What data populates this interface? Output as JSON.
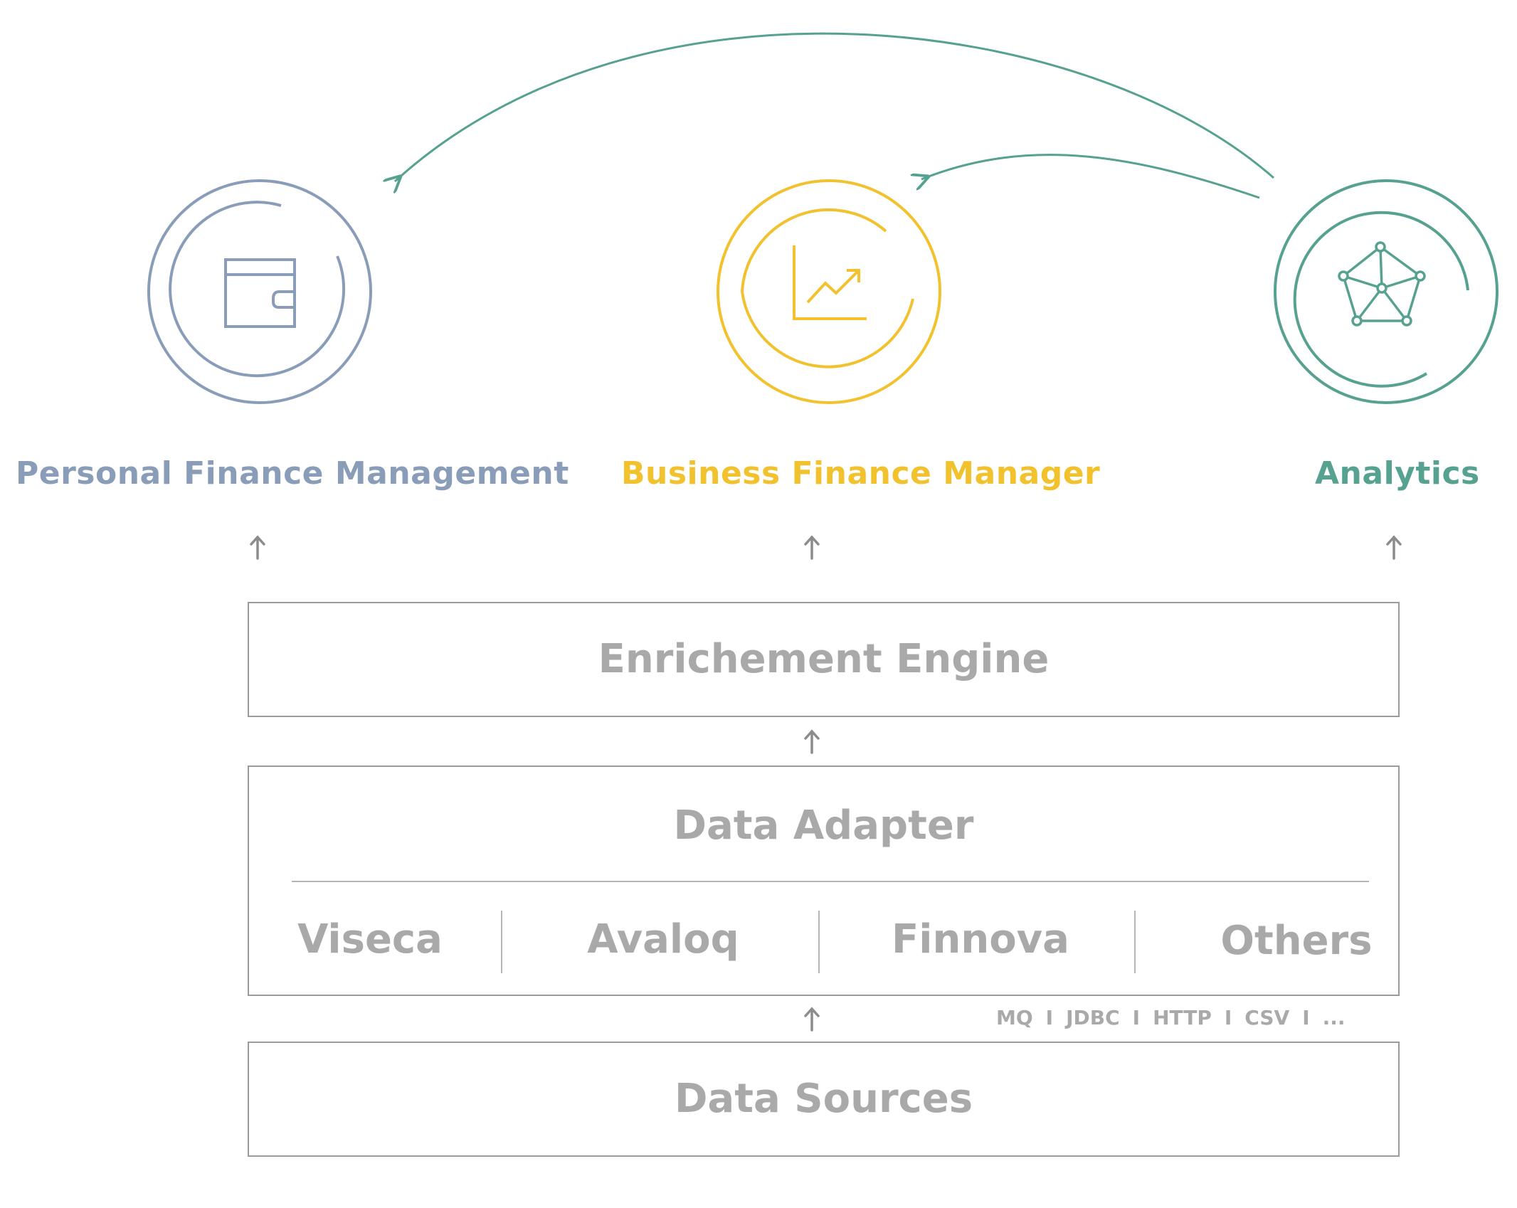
{
  "modules": [
    {
      "key": "pfm",
      "label": "Personal Finance Management",
      "icon": "wallet-icon",
      "color": "#8a9db8"
    },
    {
      "key": "bfm",
      "label": "Business Finance Manager",
      "icon": "line-chart-icon",
      "color": "#f2c12e"
    },
    {
      "key": "analytics",
      "label": "Analytics",
      "icon": "network-icon",
      "color": "#56a190"
    }
  ],
  "layers": {
    "enrichment": {
      "title": "Enrichement Engine"
    },
    "data_adapter": {
      "title": "Data Adapter",
      "sources": [
        "Viseca",
        "Avaloq",
        "Finnova",
        "Others"
      ]
    },
    "protocols": [
      "MQ",
      "JDBC",
      "HTTP",
      "CSV",
      "..."
    ],
    "data_sources": {
      "title": "Data Sources"
    }
  },
  "colors": {
    "box_border": "#9b9b9b",
    "box_text": "#a9a9a9",
    "arrow": "#8c8c8c",
    "connector": "#56a190"
  }
}
